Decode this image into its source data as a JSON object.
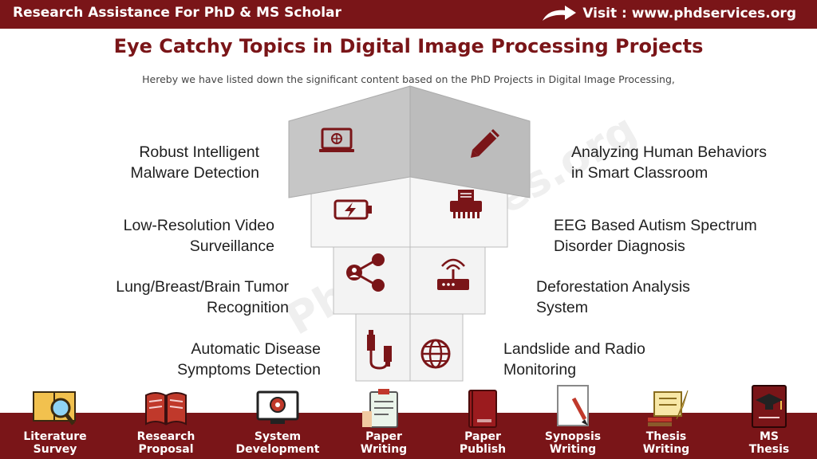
{
  "header": {
    "left_text": "Research Assistance For PhD & MS Scholar",
    "right_text": "Visit : www.phdservices.org"
  },
  "title": "Eye Catchy Topics in Digital Image Processing Projects",
  "subtitle": "Hereby we have listed down the significant content based on the PhD Projects in Digital Image Processing,",
  "watermark": "PhDservices.org",
  "topics_left": [
    {
      "line1": "Robust Intelligent",
      "line2": "Malware Detection",
      "icon": "laptop-globe-icon"
    },
    {
      "line1": "Low-Resolution Video",
      "line2": "Surveillance",
      "icon": "battery-charging-icon"
    },
    {
      "line1": "Lung/Breast/Brain Tumor",
      "line2": "Recognition",
      "icon": "share-user-icon"
    },
    {
      "line1": "Automatic Disease",
      "line2": "Symptoms Detection",
      "icon": "usb-cable-icon"
    }
  ],
  "topics_right": [
    {
      "line1": "Analyzing Human Behaviors",
      "line2": "in Smart Classroom",
      "icon": "pencil-icon"
    },
    {
      "line1": "EEG Based Autism Spectrum",
      "line2": "Disorder Diagnosis",
      "icon": "shredder-icon"
    },
    {
      "line1": "Deforestation Analysis",
      "line2": "System",
      "icon": "router-icon"
    },
    {
      "line1": "Landslide and Radio",
      "line2": "Monitoring",
      "icon": "globe-icon"
    }
  ],
  "bottom_nav": [
    {
      "line1": "Literature",
      "line2": "Survey",
      "icon": "book-magnifier-icon"
    },
    {
      "line1": "Research",
      "line2": "Proposal",
      "icon": "open-book-icon"
    },
    {
      "line1": "System",
      "line2": "Development",
      "icon": "monitor-gear-icon"
    },
    {
      "line1": "Paper",
      "line2": "Writing",
      "icon": "clipboard-writing-icon"
    },
    {
      "line1": "Paper",
      "line2": "Publish",
      "icon": "red-book-icon"
    },
    {
      "line1": "Synopsis",
      "line2": "Writing",
      "icon": "paper-pen-icon"
    },
    {
      "line1": "Thesis",
      "line2": "Writing",
      "icon": "scroll-quill-icon"
    },
    {
      "line1": "MS",
      "line2": "Thesis",
      "icon": "graduation-book-icon"
    }
  ],
  "colors": {
    "brand": "#7a1518",
    "panel_dark": "#c3c3c3",
    "panel_light": "#f2f2f2"
  }
}
